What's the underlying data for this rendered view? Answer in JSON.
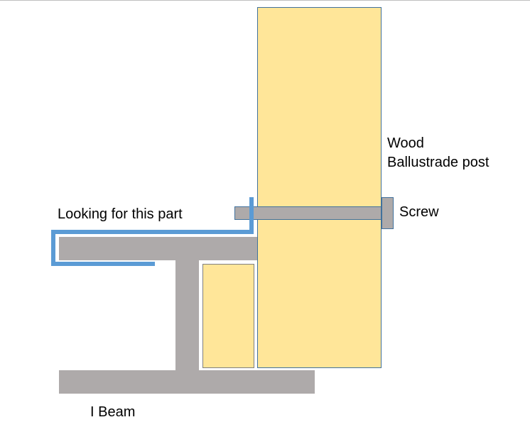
{
  "labels": {
    "wood_line1": "Wood",
    "wood_line2": "Ballustrade post",
    "screw": "Screw",
    "looking_for": "Looking for this part",
    "ibeam": "I Beam"
  },
  "colors": {
    "wood_fill": "#FFE699",
    "wood_stroke": "#41719C",
    "steel_fill": "#AEAAAA",
    "bracket_blue": "#5B9BD5",
    "background": "#FFFFFF",
    "text": "#000000"
  }
}
